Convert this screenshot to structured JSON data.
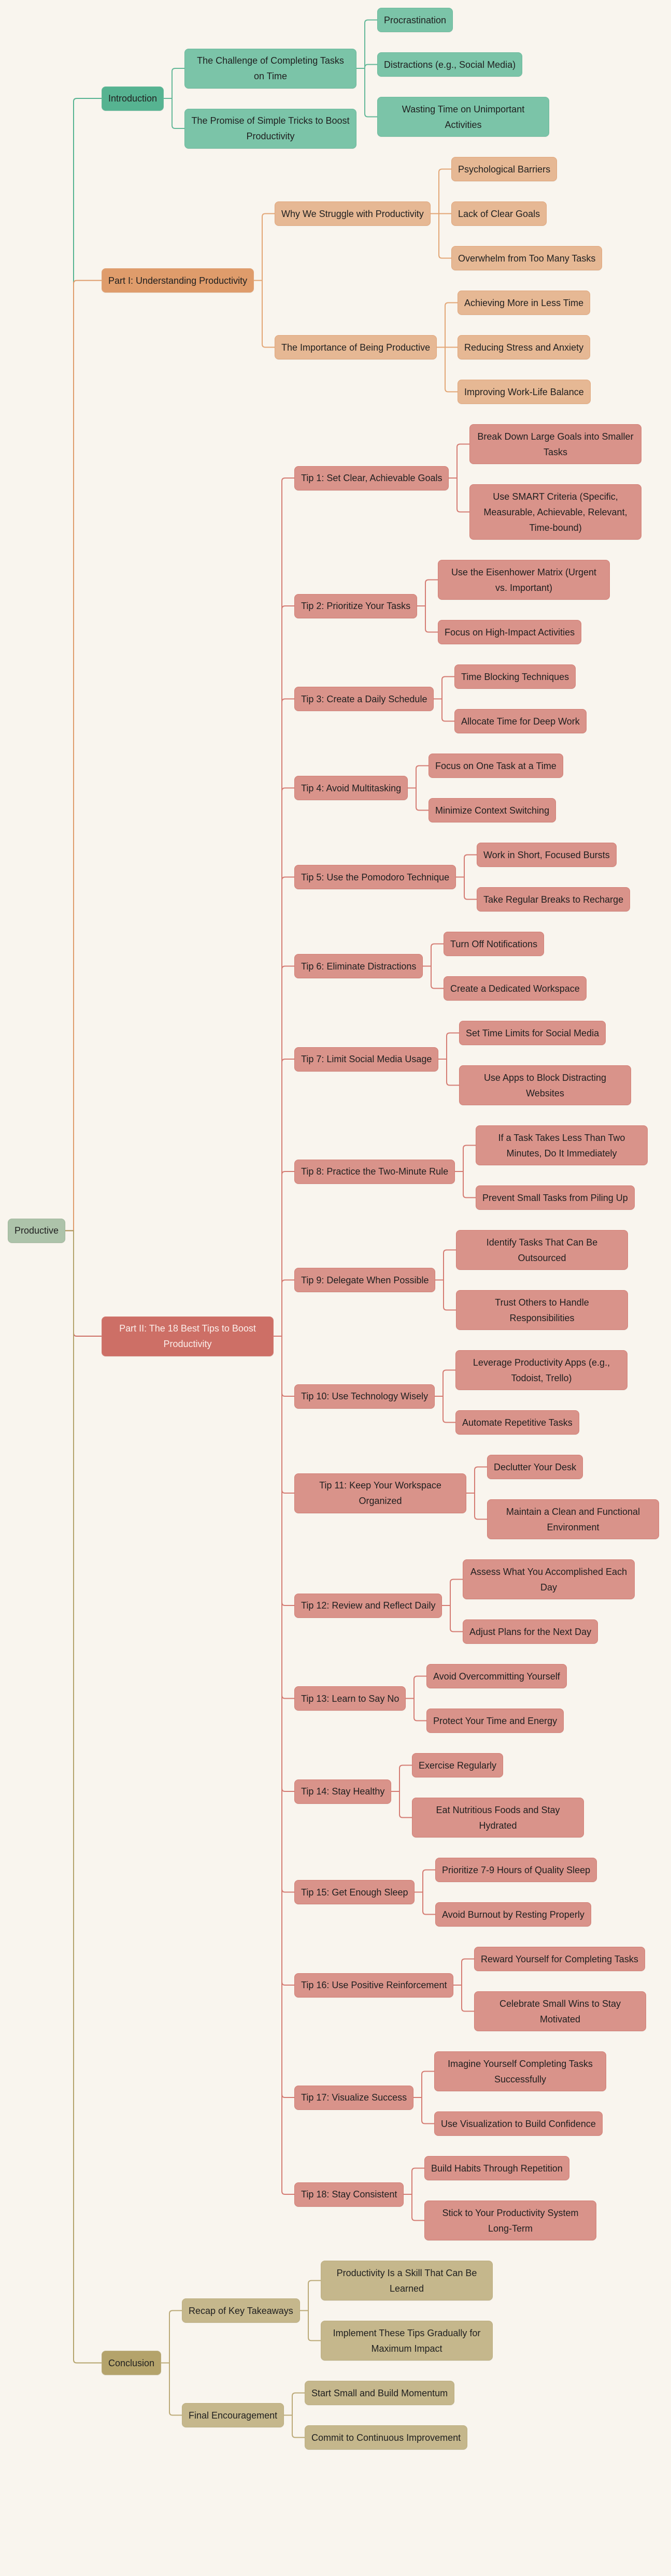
{
  "theme": {
    "background": "#f9f5ee",
    "root": {
      "fill": "#adc3aa",
      "border": "#9fb69b",
      "text": "#1f1f1f",
      "line": "#a89163"
    },
    "branches": [
      {
        "main": "#56b391",
        "sub": "#7bc4a8",
        "border": "#6ab99c",
        "line": "#63b898",
        "text": "#1f1f1f",
        "main_text": "#1f1f1f"
      },
      {
        "main": "#df9c6b",
        "sub": "#e6b894",
        "border": "#e0a57a",
        "line": "#e2a574",
        "text": "#1f1f1f",
        "main_text": "#1f1f1f"
      },
      {
        "main": "#cd6f66",
        "sub": "#d9938a",
        "border": "#d27d74",
        "line": "#d47b72",
        "text": "#1f1f1f",
        "main_text": "#fbefeb"
      },
      {
        "main": "#b4a36b",
        "sub": "#c5b78c",
        "border": "#bcae80",
        "line": "#bba977",
        "text": "#1f1f1f",
        "main_text": "#1f1f1f"
      }
    ]
  },
  "root": {
    "label": "Productive",
    "children": [
      {
        "label": "Introduction",
        "children": [
          {
            "label": "The Challenge of Completing Tasks on Time",
            "children": [
              {
                "label": "Procrastination"
              },
              {
                "label": "Distractions (e.g., Social Media)"
              },
              {
                "label": "Wasting Time on Unimportant Activities"
              }
            ]
          },
          {
            "label": "The Promise of Simple Tricks to Boost Productivity"
          }
        ]
      },
      {
        "label": "Part I: Understanding Productivity",
        "children": [
          {
            "label": "Why We Struggle with Productivity",
            "children": [
              {
                "label": "Psychological Barriers"
              },
              {
                "label": "Lack of Clear Goals"
              },
              {
                "label": "Overwhelm from Too Many Tasks"
              }
            ]
          },
          {
            "label": "The Importance of Being Productive",
            "children": [
              {
                "label": "Achieving More in Less Time"
              },
              {
                "label": "Reducing Stress and Anxiety"
              },
              {
                "label": "Improving Work-Life Balance"
              }
            ]
          }
        ]
      },
      {
        "label": "Part II: The 18 Best Tips to Boost Productivity",
        "children": [
          {
            "label": "Tip 1: Set Clear, Achievable Goals",
            "children": [
              {
                "label": "Break Down Large Goals into Smaller Tasks"
              },
              {
                "label": "Use SMART Criteria (Specific, Measurable, Achievable, Relevant, Time-bound)"
              }
            ]
          },
          {
            "label": "Tip 2: Prioritize Your Tasks",
            "children": [
              {
                "label": "Use the Eisenhower Matrix (Urgent vs. Important)"
              },
              {
                "label": "Focus on High-Impact Activities"
              }
            ]
          },
          {
            "label": "Tip 3: Create a Daily Schedule",
            "children": [
              {
                "label": "Time Blocking Techniques"
              },
              {
                "label": "Allocate Time for Deep Work"
              }
            ]
          },
          {
            "label": "Tip 4: Avoid Multitasking",
            "children": [
              {
                "label": "Focus on One Task at a Time"
              },
              {
                "label": "Minimize Context Switching"
              }
            ]
          },
          {
            "label": "Tip 5: Use the Pomodoro Technique",
            "children": [
              {
                "label": "Work in Short, Focused Bursts"
              },
              {
                "label": "Take Regular Breaks to Recharge"
              }
            ]
          },
          {
            "label": "Tip 6: Eliminate Distractions",
            "children": [
              {
                "label": "Turn Off Notifications"
              },
              {
                "label": "Create a Dedicated Workspace"
              }
            ]
          },
          {
            "label": "Tip 7: Limit Social Media Usage",
            "children": [
              {
                "label": "Set Time Limits for Social Media"
              },
              {
                "label": "Use Apps to Block Distracting Websites"
              }
            ]
          },
          {
            "label": "Tip 8: Practice the Two-Minute Rule",
            "children": [
              {
                "label": "If a Task Takes Less Than Two Minutes, Do It Immediately"
              },
              {
                "label": "Prevent Small Tasks from Piling Up"
              }
            ]
          },
          {
            "label": "Tip 9: Delegate When Possible",
            "children": [
              {
                "label": "Identify Tasks That Can Be Outsourced"
              },
              {
                "label": "Trust Others to Handle Responsibilities"
              }
            ]
          },
          {
            "label": "Tip 10: Use Technology Wisely",
            "children": [
              {
                "label": "Leverage Productivity Apps (e.g., Todoist, Trello)"
              },
              {
                "label": "Automate Repetitive Tasks"
              }
            ]
          },
          {
            "label": "Tip 11: Keep Your Workspace Organized",
            "children": [
              {
                "label": "Declutter Your Desk"
              },
              {
                "label": "Maintain a Clean and Functional Environment"
              }
            ]
          },
          {
            "label": "Tip 12: Review and Reflect Daily",
            "children": [
              {
                "label": "Assess What You Accomplished Each Day"
              },
              {
                "label": "Adjust Plans for the Next Day"
              }
            ]
          },
          {
            "label": "Tip 13: Learn to Say No",
            "children": [
              {
                "label": "Avoid Overcommitting Yourself"
              },
              {
                "label": "Protect Your Time and Energy"
              }
            ]
          },
          {
            "label": "Tip 14: Stay Healthy",
            "children": [
              {
                "label": "Exercise Regularly"
              },
              {
                "label": "Eat Nutritious Foods and Stay Hydrated"
              }
            ]
          },
          {
            "label": "Tip 15: Get Enough Sleep",
            "children": [
              {
                "label": "Prioritize 7-9 Hours of Quality Sleep"
              },
              {
                "label": "Avoid Burnout by Resting Properly"
              }
            ]
          },
          {
            "label": "Tip 16: Use Positive Reinforcement",
            "children": [
              {
                "label": "Reward Yourself for Completing Tasks"
              },
              {
                "label": "Celebrate Small Wins to Stay Motivated"
              }
            ]
          },
          {
            "label": "Tip 17: Visualize Success",
            "children": [
              {
                "label": "Imagine Yourself Completing Tasks Successfully"
              },
              {
                "label": "Use Visualization to Build Confidence"
              }
            ]
          },
          {
            "label": "Tip 18: Stay Consistent",
            "children": [
              {
                "label": "Build Habits Through Repetition"
              },
              {
                "label": "Stick to Your Productivity System Long-Term"
              }
            ]
          }
        ]
      },
      {
        "label": "Conclusion",
        "children": [
          {
            "label": "Recap of Key Takeaways",
            "children": [
              {
                "label": "Productivity Is a Skill That Can Be Learned"
              },
              {
                "label": "Implement These Tips Gradually for Maximum Impact"
              }
            ]
          },
          {
            "label": "Final Encouragement",
            "children": [
              {
                "label": "Start Small and Build Momentum"
              },
              {
                "label": "Commit to Continuous Improvement"
              }
            ]
          }
        ]
      }
    ]
  }
}
